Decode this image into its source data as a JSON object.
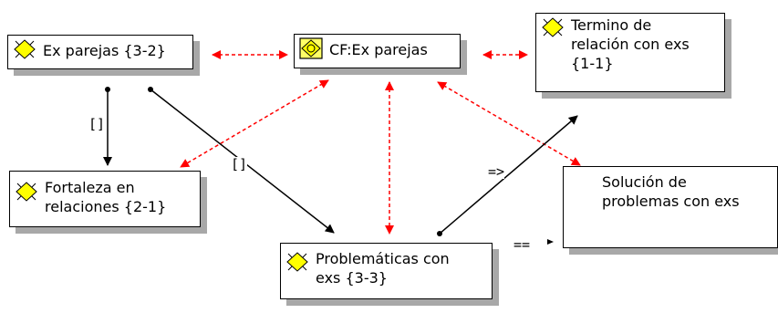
{
  "nodes": [
    {
      "id": "ex_parejas",
      "label": "Ex parejas {3-2}",
      "icon": "code-star-icon"
    },
    {
      "id": "cf_ex_parejas",
      "label": "CF:Ex parejas",
      "icon": "code-family-icon"
    },
    {
      "id": "termino",
      "label": "Termino de\nrelación con exs\n{1-1}",
      "icon": "code-star-icon"
    },
    {
      "id": "fortaleza",
      "label": "Fortaleza en\nrelaciones {2-1}",
      "icon": "code-star-icon"
    },
    {
      "id": "solucion",
      "label": "Solución de\nproblemas con exs",
      "icon": ""
    },
    {
      "id": "problematicas",
      "label": "Problemáticas con\nexs {3-3}",
      "icon": "code-star-icon"
    }
  ],
  "edge_labels": {
    "ex_to_fortaleza": "[]",
    "ex_to_problematicas": "[]",
    "problematicas_to_termino": "=>",
    "problematicas_to_solucion": "=="
  },
  "colors": {
    "family_link": "#ff0000",
    "relation_link": "#000000",
    "node_shadow": "#a8a8a8",
    "icon_yellow": "#ffff00"
  }
}
